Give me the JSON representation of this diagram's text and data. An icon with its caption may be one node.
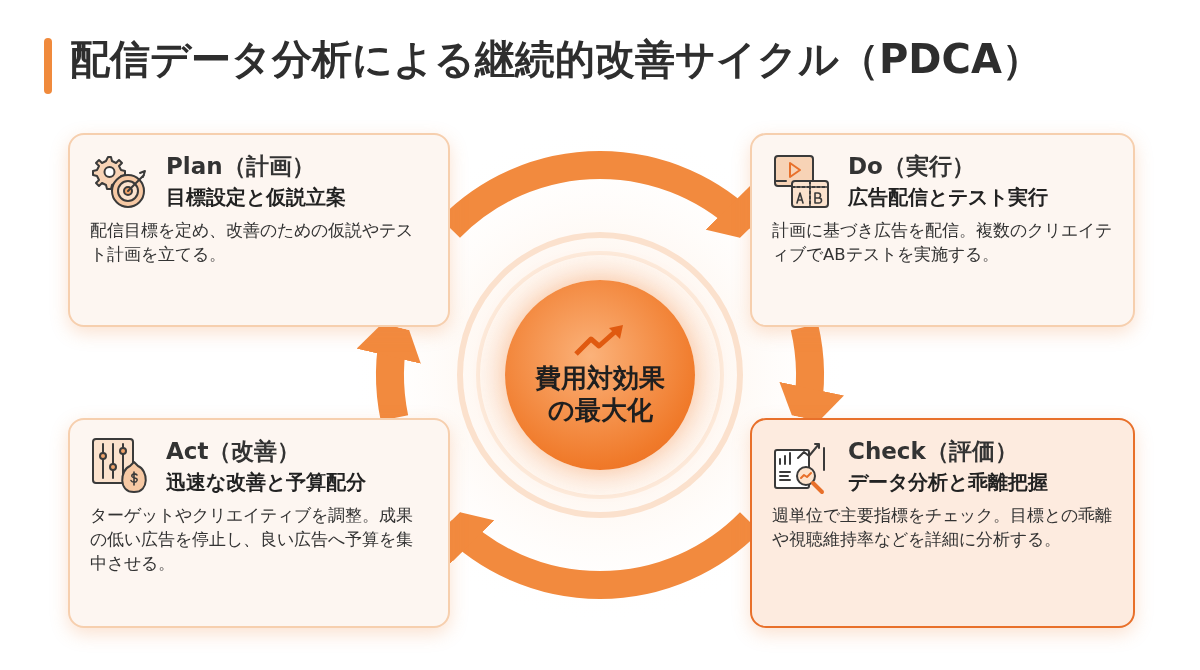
{
  "diagram": {
    "title": "配信データ分析による継続的改善サイクル（PDCA）",
    "nodes": [
      {
        "text": [
          "Plan（計画）",
          "目標設定と**仮説立案**",
          "配信目標を定め、改善のための仮説やテスト計画を立てる。"
        ]
      },
      {
        "text": [
          "Do（実行）",
          "広告配信と**テスト実行**",
          "計画に基づき広告を配信。複数のクリエイティブでABテストを実施する。"
        ]
      },
      {
        "text": [
          "Check（評価）",
          "**データ分析**と**乖離把握**",
          "週単位で主要指標をチェック。目標との乖離や視聴維持率などを詳細に分析する。"
        ]
      },
      {
        "text": [
          "Act（改善）",
          "迅速な改善と**予算配分**",
          "ターゲットやクリエイティブを調整。成果の低い広告を停止し、良い広告へ予算を集中させる。"
        ]
      },
      {
        "text": [
          "費用対効果の最大化"
        ]
      }
    ],
    "edges": [
      {
        "from": 0,
        "to": 1,
        "arrow": "to"
      },
      {
        "from": 1,
        "to": 2,
        "arrow": "to"
      },
      {
        "from": 2,
        "to": 3,
        "arrow": "to"
      },
      {
        "from": 3,
        "to": 0,
        "arrow": "to"
      }
    ]
  }
}
